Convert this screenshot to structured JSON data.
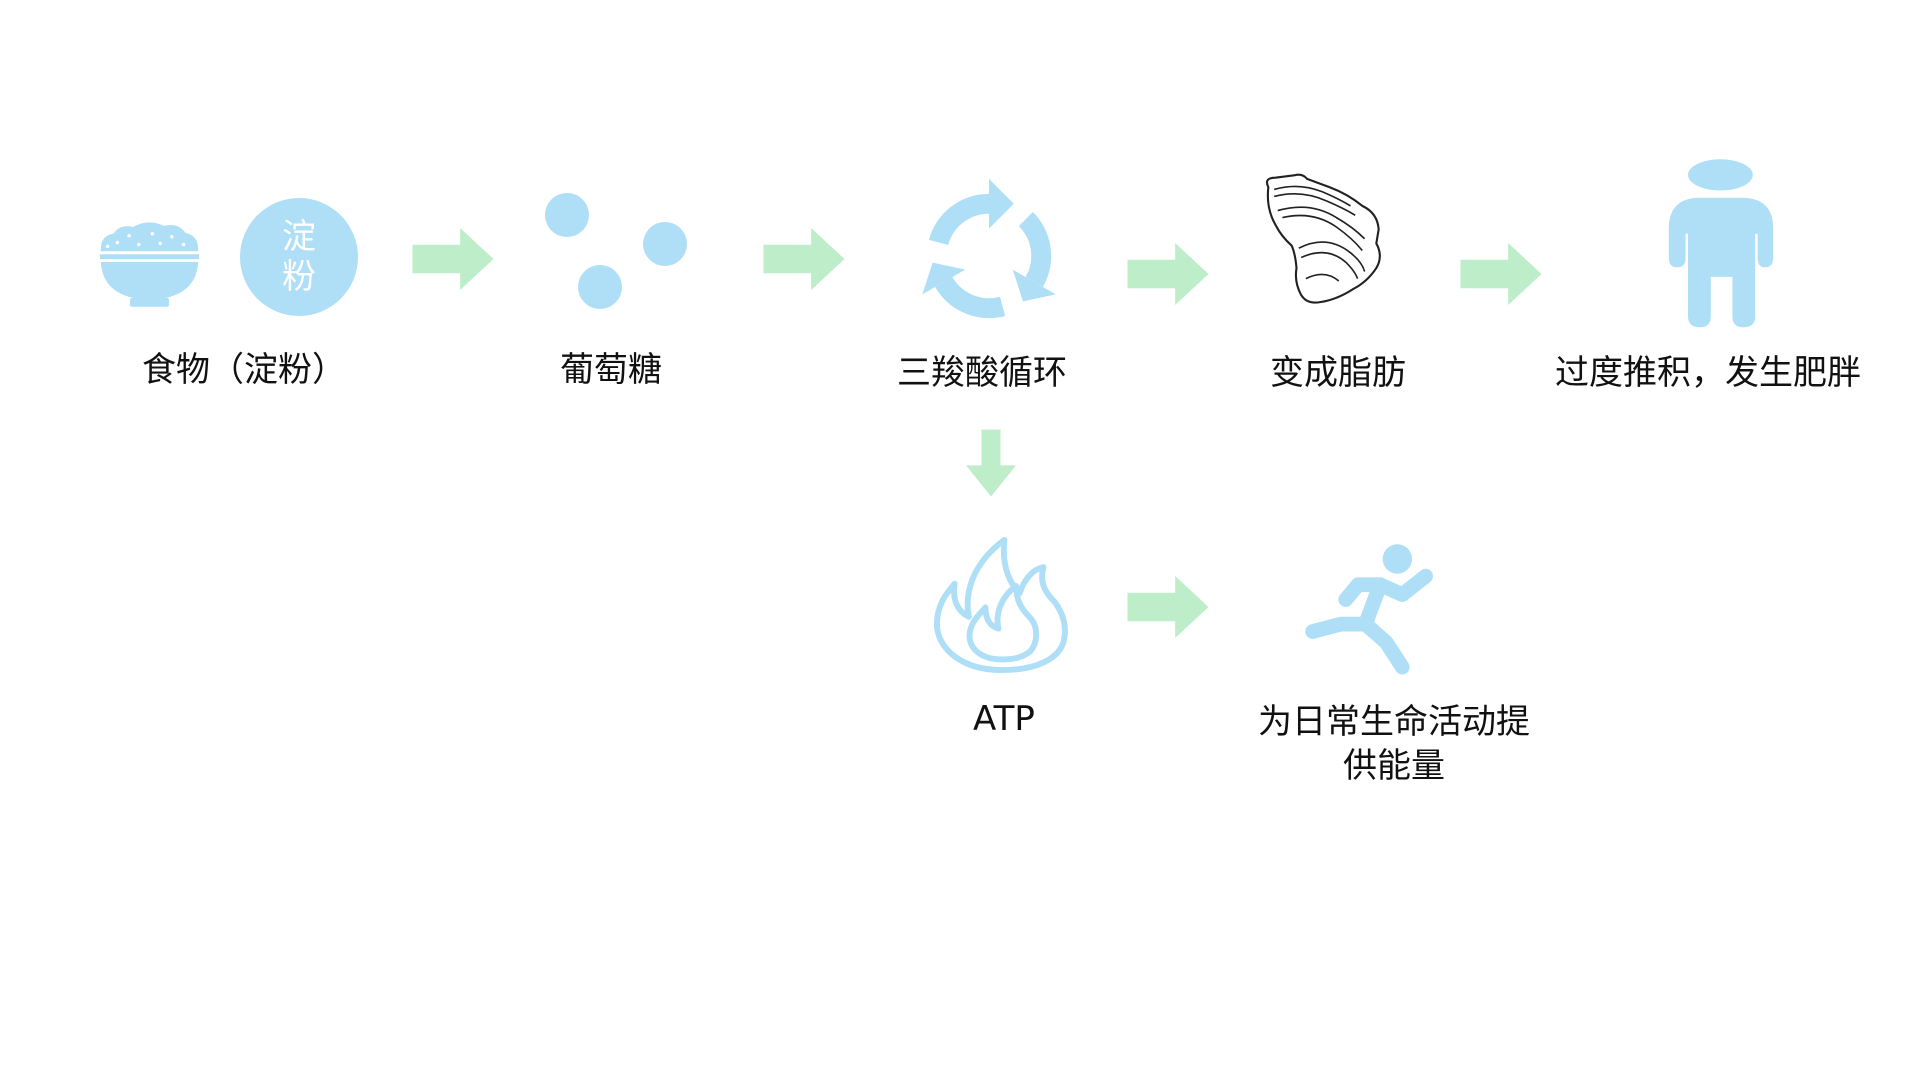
{
  "colors": {
    "icon_blue": "#aedff7",
    "arrow_green": "#bdeec9",
    "outline_black": "#222222",
    "text": "#111111"
  },
  "nodes": {
    "food": {
      "label": "食物（淀粉）",
      "icons": [
        "rice-bowl-icon",
        "starch-circle-icon"
      ],
      "circle_text": [
        "淀",
        "粉"
      ]
    },
    "glucose": {
      "label": "葡萄糖",
      "icons": [
        "glucose-molecules-icon"
      ]
    },
    "tca": {
      "label": "三羧酸循环",
      "icons": [
        "recycle-icon"
      ]
    },
    "fat": {
      "label": "变成脂肪",
      "icons": [
        "fat-meat-icon"
      ]
    },
    "obesity": {
      "label": "过度推积，发生肥胖",
      "icons": [
        "person-icon"
      ]
    },
    "atp": {
      "label": "ATP",
      "icons": [
        "flame-icon"
      ]
    },
    "energy": {
      "label_lines": [
        "为日常生命活动提",
        "供能量"
      ],
      "icons": [
        "running-person-icon"
      ]
    }
  },
  "edges": [
    {
      "from": "food",
      "to": "glucose",
      "direction": "right"
    },
    {
      "from": "glucose",
      "to": "tca",
      "direction": "right"
    },
    {
      "from": "tca",
      "to": "fat",
      "direction": "right"
    },
    {
      "from": "fat",
      "to": "obesity",
      "direction": "right"
    },
    {
      "from": "tca",
      "to": "atp",
      "direction": "down"
    },
    {
      "from": "atp",
      "to": "energy",
      "direction": "right"
    }
  ]
}
